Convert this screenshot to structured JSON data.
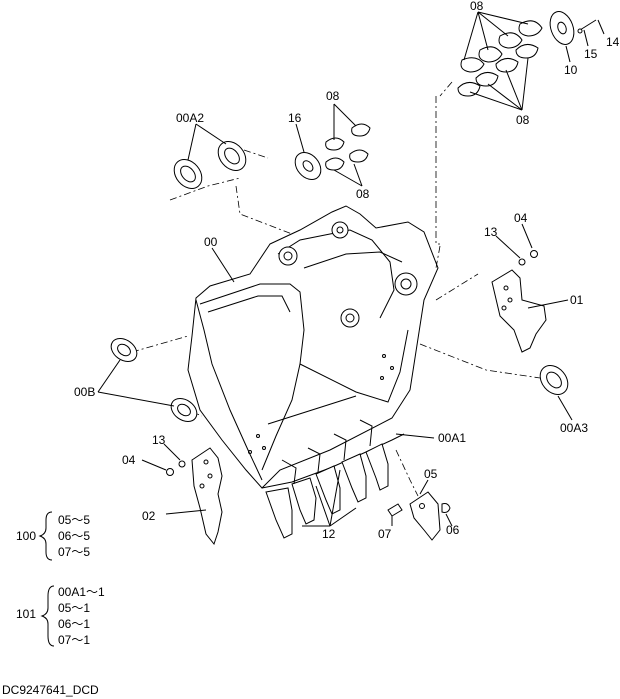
{
  "diagram": {
    "part_labels": {
      "p08_top_a": "08",
      "p08_top_b": "08",
      "p10": "10",
      "p15": "15",
      "p14": "14",
      "p00A2": "00A2",
      "p16": "16",
      "p08_mid_a": "08",
      "p08_mid_b": "08",
      "p00": "00",
      "p04_r": "04",
      "p13_r": "13",
      "p01": "01",
      "p00B": "00B",
      "p00A3": "00A3",
      "p13_l": "13",
      "p04_l": "04",
      "p00A1": "00A1",
      "p05": "05",
      "p02": "02",
      "p12": "12",
      "p07": "07",
      "p06": "06"
    },
    "legend": {
      "group100": {
        "label": "100",
        "items": [
          "05～5",
          "06～5",
          "07～5"
        ]
      },
      "group101": {
        "label": "101",
        "items": [
          "00A1～1",
          "05～1",
          "06～1",
          "07～1"
        ]
      }
    },
    "drawing_code": "DC9247641_DCD"
  }
}
